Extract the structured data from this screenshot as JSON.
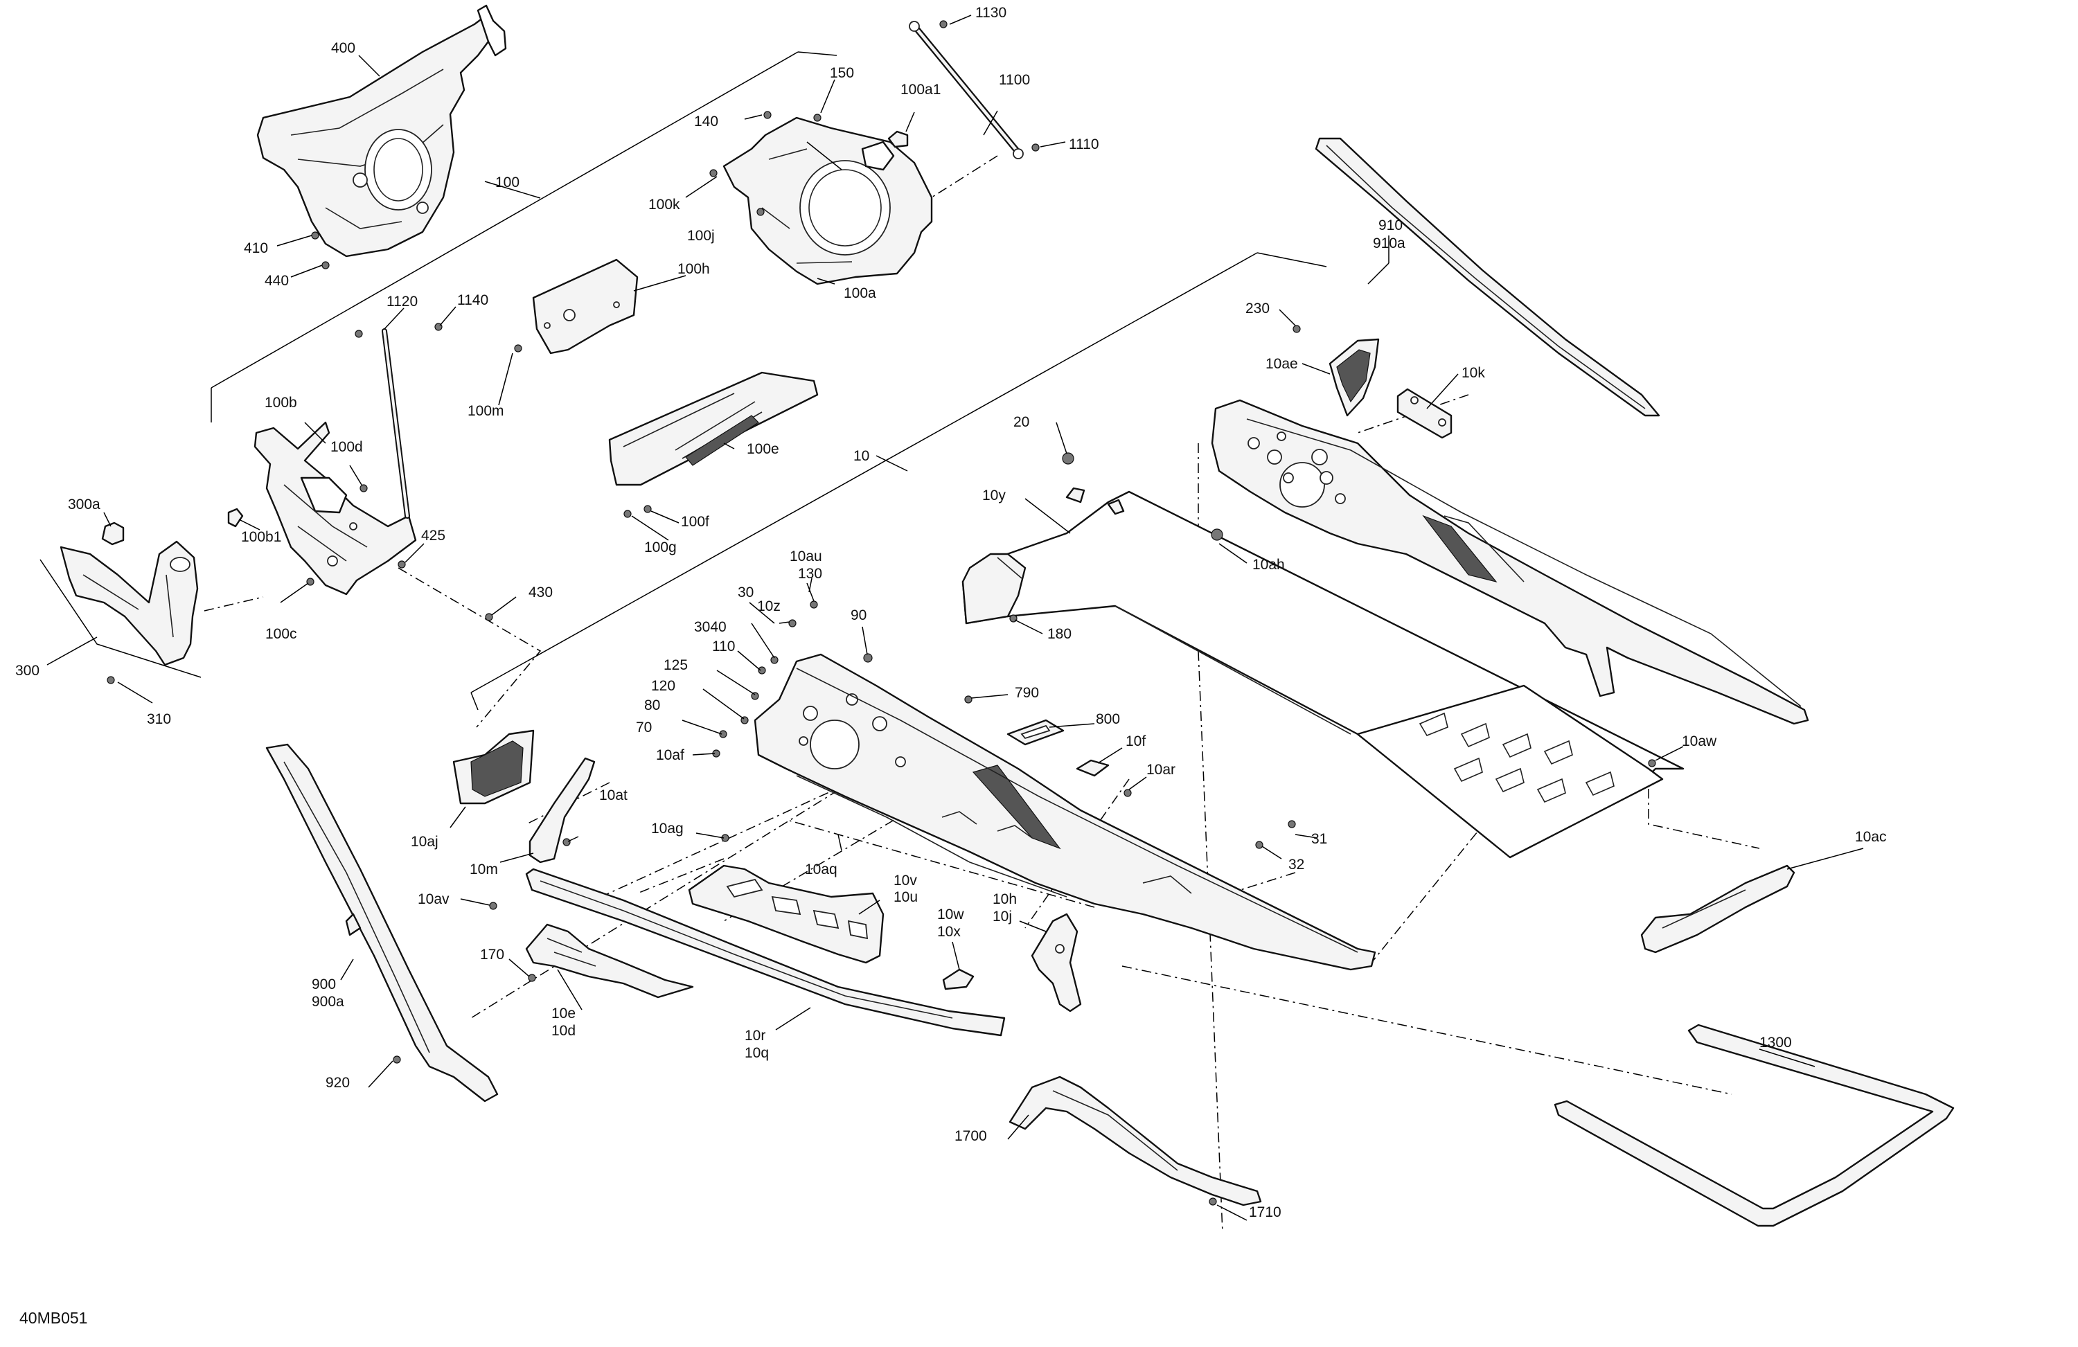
{
  "diagram_code": "40MB051",
  "callouts": {
    "c400": "400",
    "c100": "100",
    "c410": "410",
    "c440": "440",
    "c1130": "1130",
    "c1100": "1100",
    "c1110": "1110",
    "c150": "150",
    "c140": "140",
    "c100a1": "100a1",
    "c100k": "100k",
    "c100j": "100j",
    "c100a": "100a",
    "c100h": "100h",
    "c100m": "100m",
    "c1120": "1120",
    "c1140": "1140",
    "c100b": "100b",
    "c100d": "100d",
    "c100b1": "100b1",
    "c425": "425",
    "c430": "430",
    "c300a": "300a",
    "c300": "300",
    "c100c": "100c",
    "c310": "310",
    "c100e": "100e",
    "c100f": "100f",
    "c100g": "100g",
    "c910": "910",
    "c910a": "910a",
    "c230": "230",
    "c10ae": "10ae",
    "c10k": "10k",
    "c20": "20",
    "c10": "10",
    "c10y": "10y",
    "c10ah": "10ah",
    "c180": "180",
    "c130": "130",
    "c10au": "10au",
    "c30": "30",
    "c10z": "10z",
    "c90": "90",
    "c3040": "3040",
    "c110": "110",
    "c125": "125",
    "c120": "120",
    "c80": "80",
    "c70": "70",
    "c10af": "10af",
    "c10ag": "10ag",
    "c790": "790",
    "c800": "800",
    "c10f": "10f",
    "c10ar": "10ar",
    "c10aw": "10aw",
    "c31": "31",
    "c32": "32",
    "c10ac": "10ac",
    "c10aj": "10aj",
    "c10m": "10m",
    "c10at": "10at",
    "c10av": "10av",
    "c10aq": "10aq",
    "c10v": "10v",
    "c10u": "10u",
    "c10w": "10w",
    "c10x": "10x",
    "c10h": "10h",
    "c10j": "10j",
    "c170": "170",
    "c10e": "10e",
    "c10d": "10d",
    "c10r": "10r",
    "c10q": "10q",
    "c900": "900",
    "c900a": "900a",
    "c920": "920",
    "c1700": "1700",
    "c1710": "1710",
    "c1300": "1300"
  }
}
